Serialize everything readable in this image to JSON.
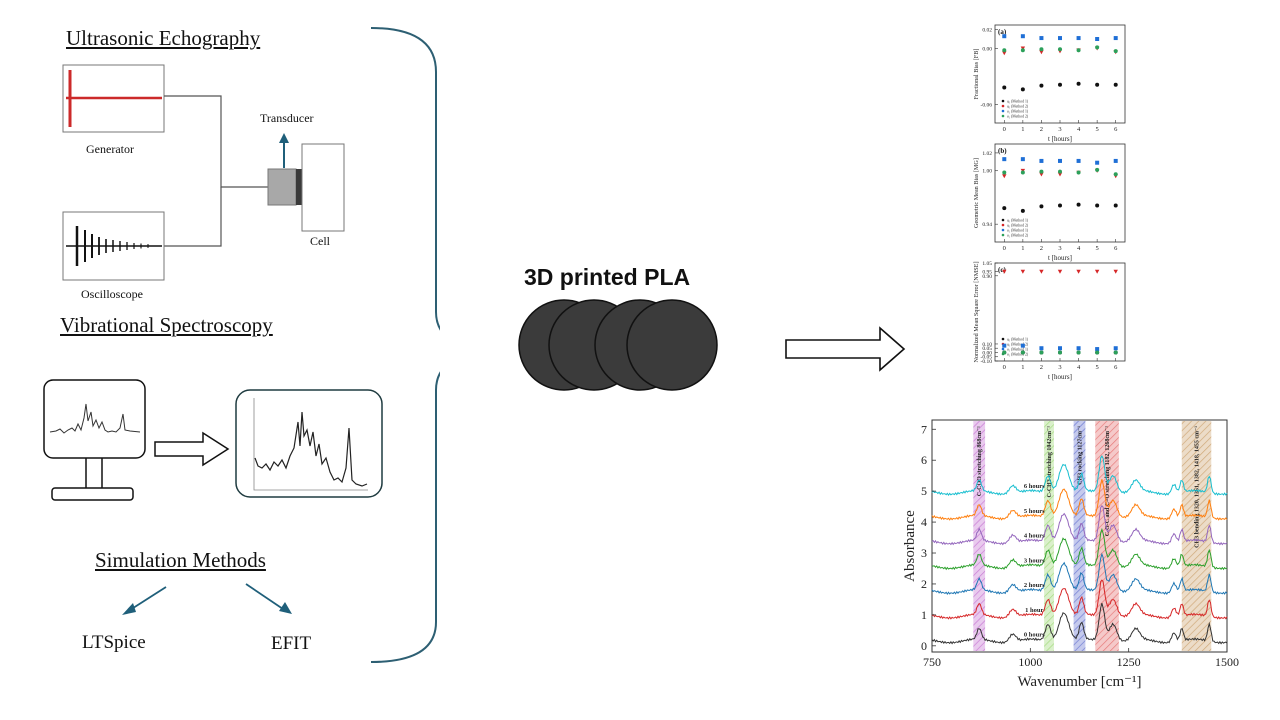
{
  "left": {
    "ultrasonic_heading": "Ultrasonic Echography",
    "generator_label": "Generator",
    "oscilloscope_label": "Oscilloscope",
    "transducer_label": "Transducer",
    "cell_label": "Cell",
    "vibrational_heading": "Vibrational Spectroscopy",
    "simulation_heading": "Simulation Methods",
    "ltspice_label": "LTSpice",
    "efit_label": "EFIT"
  },
  "center": {
    "title": "3D printed PLA"
  },
  "colors": {
    "signal_red": "#cc2a2a",
    "arrow_teal": "#1f5f7a",
    "disc_fill": "#3b3b3b",
    "bracket": "#2d5f73"
  },
  "chart_data": [
    {
      "type": "scatter",
      "panel": "(a)",
      "ylabel": "Fractional Bias [FB]",
      "xlabel": "t [hours]",
      "xlim": [
        -0.5,
        6.5
      ],
      "ylim": [
        -0.08,
        0.025
      ],
      "xticks": [
        "0",
        "1",
        "2",
        "3",
        "4",
        "5",
        "6"
      ],
      "yticks": [
        "0.02",
        "0.00",
        "-0.06"
      ],
      "legend": [
        "a₀ (Method 1)",
        "a₀ (Method 2)",
        "a₁ (Method 1)",
        "a₁ (Method 2)"
      ],
      "x": [
        0,
        1,
        2,
        3,
        4,
        5,
        6
      ],
      "series": [
        {
          "color": "#111111",
          "marker": "circle",
          "values": [
            -0.042,
            -0.044,
            -0.04,
            -0.039,
            -0.038,
            -0.039,
            -0.039
          ]
        },
        {
          "color": "#d62728",
          "marker": "triangle",
          "values": [
            -0.005,
            0.0,
            -0.004,
            -0.003,
            -0.002,
            0.0,
            -0.004
          ]
        },
        {
          "color": "#1f6fd6",
          "marker": "square",
          "values": [
            0.013,
            0.013,
            0.011,
            0.011,
            0.011,
            0.01,
            0.011
          ]
        },
        {
          "color": "#2ca05a",
          "marker": "circle",
          "values": [
            -0.002,
            -0.002,
            -0.001,
            -0.001,
            -0.002,
            0.001,
            -0.003
          ]
        }
      ]
    },
    {
      "type": "scatter",
      "panel": "(b)",
      "ylabel": "Geometric Mean Bias [MG]",
      "xlabel": "t [hours]",
      "xlim": [
        -0.5,
        6.5
      ],
      "ylim": [
        0.92,
        1.03
      ],
      "xticks": [
        "0",
        "1",
        "2",
        "3",
        "4",
        "5",
        "6"
      ],
      "yticks": [
        "1.02",
        "1.00",
        "0.94"
      ],
      "legend": [
        "a₀ (Method 1)",
        "a₀ (Method 2)",
        "a₁ (Method 1)",
        "a₁ (Method 2)"
      ],
      "x": [
        0,
        1,
        2,
        3,
        4,
        5,
        6
      ],
      "series": [
        {
          "color": "#111111",
          "marker": "circle",
          "values": [
            0.958,
            0.955,
            0.96,
            0.961,
            0.962,
            0.961,
            0.961
          ]
        },
        {
          "color": "#d62728",
          "marker": "triangle",
          "values": [
            0.994,
            1.0,
            0.996,
            0.996,
            0.998,
            1.0,
            0.994
          ]
        },
        {
          "color": "#1f6fd6",
          "marker": "square",
          "values": [
            1.013,
            1.013,
            1.011,
            1.011,
            1.011,
            1.009,
            1.011
          ]
        },
        {
          "color": "#2ca05a",
          "marker": "circle",
          "values": [
            0.998,
            0.998,
            0.999,
            0.999,
            0.998,
            1.001,
            0.996
          ]
        }
      ]
    },
    {
      "type": "scatter",
      "panel": "(c)",
      "ylabel": "Normalized Mean Square Error [NMSE]",
      "xlabel": "t [hours]",
      "xlim": [
        -0.5,
        6.5
      ],
      "ylim": [
        -0.1,
        1.05
      ],
      "xticks": [
        "0",
        "1",
        "2",
        "3",
        "4",
        "5",
        "6"
      ],
      "yticks": [
        "1.05",
        "0.95",
        "0.90",
        "0.10",
        "0.05",
        "0.00",
        "-0.05",
        "-0.10"
      ],
      "legend": [
        "a₀ (Method 1)",
        "a₀ (Method 2)",
        "a₁ (Method 1)",
        "a₁ (Method 2)"
      ],
      "x": [
        0,
        1,
        2,
        3,
        4,
        5,
        6
      ],
      "series": [
        {
          "color": "#111111",
          "marker": "circle",
          "values": [
            0.0,
            0.0,
            0.0,
            0.0,
            0.0,
            0.0,
            0.0
          ]
        },
        {
          "color": "#d62728",
          "marker": "triangle",
          "values": [
            0.95,
            0.95,
            0.95,
            0.95,
            0.95,
            0.95,
            0.95
          ]
        },
        {
          "color": "#1f6fd6",
          "marker": "square",
          "values": [
            0.08,
            0.08,
            0.05,
            0.05,
            0.05,
            0.04,
            0.05
          ]
        },
        {
          "color": "#2ca05a",
          "marker": "circle",
          "values": [
            0.0,
            0.0,
            0.0,
            0.0,
            0.0,
            0.0,
            0.0
          ]
        }
      ]
    },
    {
      "type": "line",
      "xlabel": "Wavenumber [cm⁻¹]",
      "ylabel": "Absorbance",
      "xlim": [
        750,
        1500
      ],
      "ylim": [
        -0.2,
        7.3
      ],
      "xticks": [
        "750",
        "1000",
        "1250",
        "1500"
      ],
      "yticks": [
        "0",
        "1",
        "2",
        "3",
        "4",
        "5",
        "6",
        "7"
      ],
      "bands": [
        {
          "from": 855,
          "to": 885,
          "color": "#b03fc0",
          "label": "C-COO stretching 868cm⁻¹"
        },
        {
          "from": 1035,
          "to": 1060,
          "color": "#7ac943",
          "label": "C-CH3 stretching 1042cm⁻¹"
        },
        {
          "from": 1110,
          "to": 1140,
          "color": "#2d3fbf",
          "label": "CH3 rocking 1127cm⁻¹"
        },
        {
          "from": 1165,
          "to": 1225,
          "color": "#d93b3b",
          "label": "C-O-C and C=O stretching 1182, 1268cm⁻¹"
        },
        {
          "from": 1385,
          "to": 1460,
          "color": "#b8803a",
          "label": "CH3 bending 1320, 1361, 1382, 1418, 1455 cm⁻¹"
        }
      ],
      "series": [
        {
          "name": "0 hours",
          "offset": 0,
          "color": "#333333"
        },
        {
          "name": "1 hour",
          "offset": 0.8,
          "color": "#d62728"
        },
        {
          "name": "2 hours",
          "offset": 1.6,
          "color": "#1f77b4"
        },
        {
          "name": "3 hours",
          "offset": 2.4,
          "color": "#2ca02c"
        },
        {
          "name": "4 hours",
          "offset": 3.2,
          "color": "#9467bd"
        },
        {
          "name": "5 hours",
          "offset": 4.0,
          "color": "#ff7f0e"
        },
        {
          "name": "6 hours",
          "offset": 4.8,
          "color": "#17becf"
        }
      ]
    }
  ]
}
